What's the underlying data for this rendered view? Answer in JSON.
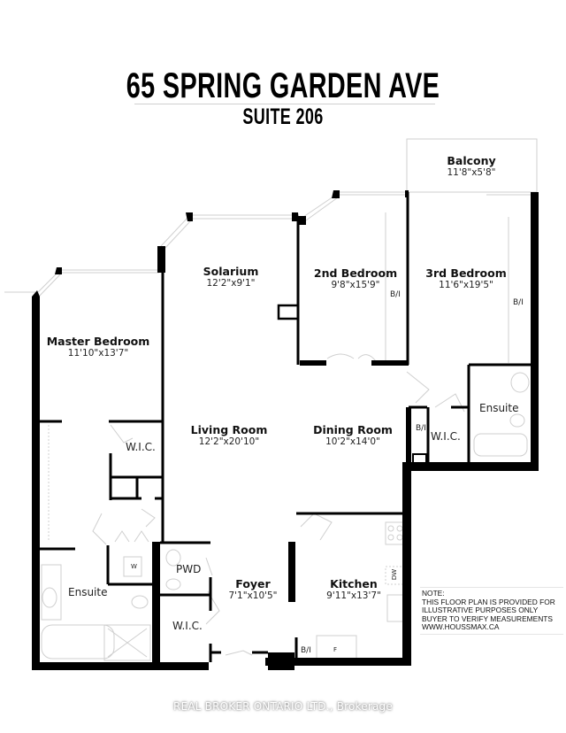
{
  "header": {
    "address": "65 SPRING GARDEN AVE",
    "suite": "SUITE 206"
  },
  "rooms": {
    "balcony": {
      "name": "Balcony",
      "dim": "11'8\"x5'8\""
    },
    "solarium": {
      "name": "Solarium",
      "dim": "12'2\"x9'1\""
    },
    "bedroom2": {
      "name": "2nd Bedroom",
      "dim": "9'8\"x15'9\""
    },
    "bedroom3": {
      "name": "3rd Bedroom",
      "dim": "11'6\"x19'5\""
    },
    "master": {
      "name": "Master Bedroom",
      "dim": "11'10\"x13'7\""
    },
    "living": {
      "name": "Living Room",
      "dim": "12'2\"x20'10\""
    },
    "dining": {
      "name": "Dining Room",
      "dim": "10'2\"x14'0\""
    },
    "foyer": {
      "name": "Foyer",
      "dim": "7'1\"x10'5\""
    },
    "kitchen": {
      "name": "Kitchen",
      "dim": "9'11\"x13'7\""
    }
  },
  "labels": {
    "bi_bedroom2": "B/I",
    "bi_bedroom3": "B/I",
    "bi_hall": "B/I",
    "bi_kitchen": "B/I",
    "wic_master": "W.I.C.",
    "wic_bedroom3": "W.I.C.",
    "wic_foyer": "W.I.C.",
    "ensuite_bedroom3": "Ensuite",
    "ensuite_master": "Ensuite",
    "pwd": "PWD",
    "washer": "W",
    "dishwasher": "DW",
    "fridge": "F"
  },
  "note": {
    "line1": "NOTE:",
    "line2": "THIS FLOOR PLAN IS PROVIDED FOR",
    "line3": "ILLUSTRATIVE PURPOSES ONLY",
    "line4": "BUYER TO VERIFY MEASUREMENTS",
    "line5": "WWW.HOUSSMAX.CA"
  },
  "watermark": "REAL BROKER ONTARIO LTD., Brokerage",
  "colors": {
    "wall": "#000000",
    "fixture": "#cccccc",
    "background": "#ffffff"
  }
}
